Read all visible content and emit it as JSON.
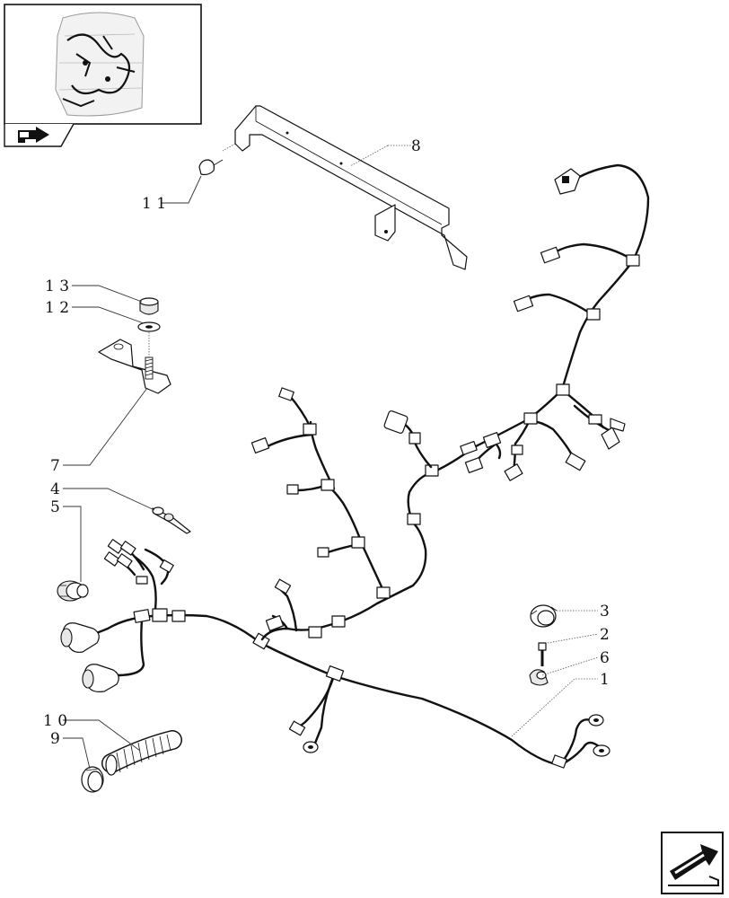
{
  "callouts": {
    "c1": "1",
    "c2": "2",
    "c3": "3",
    "c4": "4",
    "c5": "5",
    "c6": "6",
    "c7": "7",
    "c8": "8",
    "c9": "9",
    "c10": "1 0",
    "c11": "1 1",
    "c12": "1 2",
    "c13": "1 3"
  },
  "icons": {
    "thumbnail": "tractor-cab-wiring-thumbnail-icon",
    "thumb_nav": "arrow-back-icon",
    "corner_nav": "arrow-next-icon"
  }
}
